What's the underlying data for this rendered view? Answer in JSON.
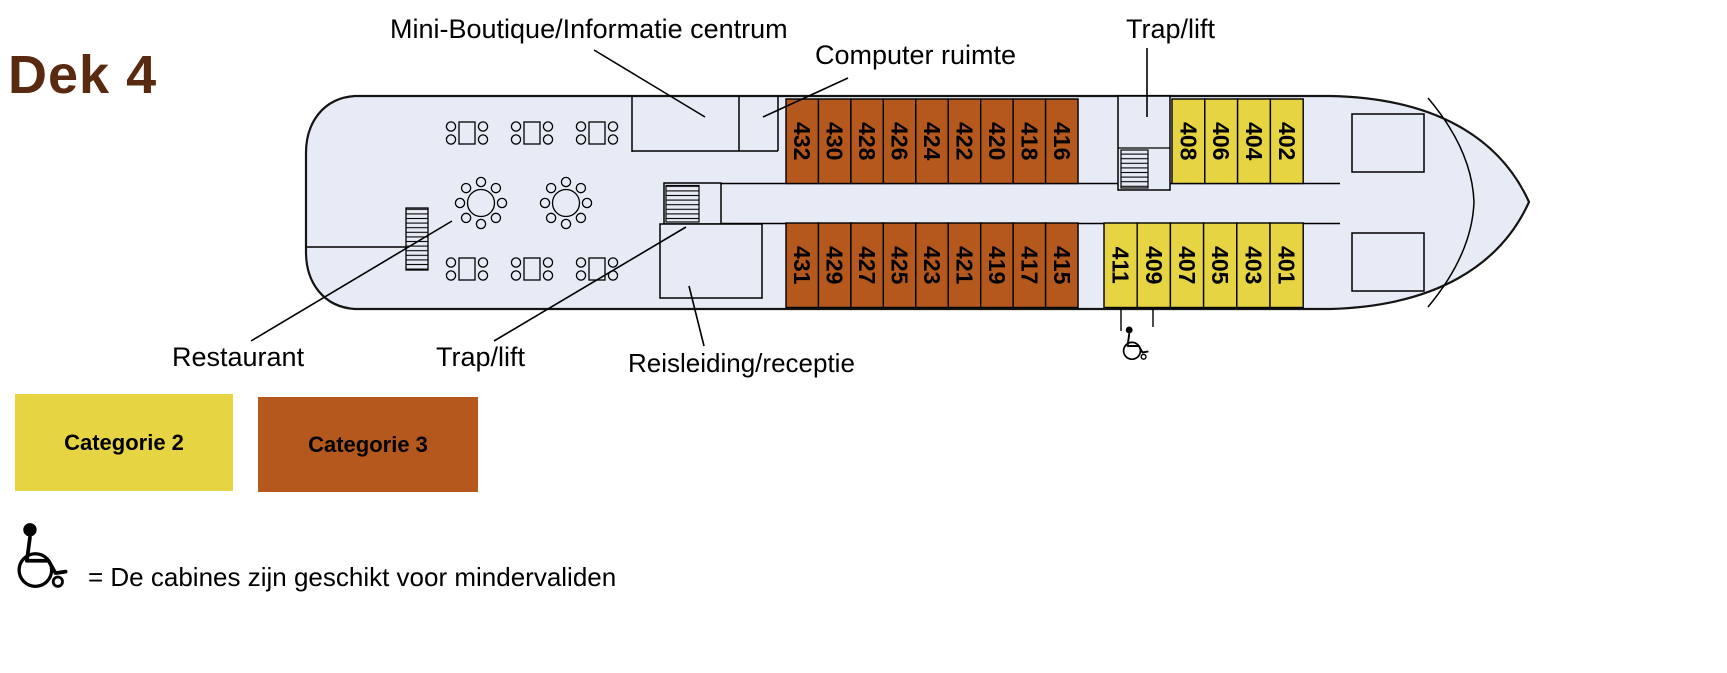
{
  "title": "Dek 4",
  "colors": {
    "categorie2": "#e7d443",
    "categorie3": "#b4581d",
    "deck_fill": "#e7ebf5",
    "title": "#5a2a10",
    "line": "#000000"
  },
  "labels": {
    "mini_boutique": "Mini-Boutique/Informatie centrum",
    "computer_room": "Computer ruimte",
    "trap_lift_top": "Trap/lift",
    "trap_lift_bottom": "Trap/lift",
    "restaurant": "Restaurant",
    "reception": "Reisleiding/receptie"
  },
  "cabins": {
    "top_cat3": [
      "432",
      "430",
      "428",
      "426",
      "424",
      "422",
      "420",
      "418",
      "416"
    ],
    "top_cat2": [
      "408",
      "406",
      "404",
      "402"
    ],
    "bottom_cat3": [
      "431",
      "429",
      "427",
      "425",
      "423",
      "421",
      "419",
      "417",
      "415"
    ],
    "bottom_cat2": [
      "411",
      "409",
      "407",
      "405",
      "403",
      "401"
    ]
  },
  "legend": {
    "items": [
      {
        "label": "Categorie 2",
        "color": "#e7d443"
      },
      {
        "label": "Categorie 3",
        "color": "#b4581d"
      }
    ]
  },
  "accessibility_note": "= De cabines zijn geschikt voor mindervaliden"
}
